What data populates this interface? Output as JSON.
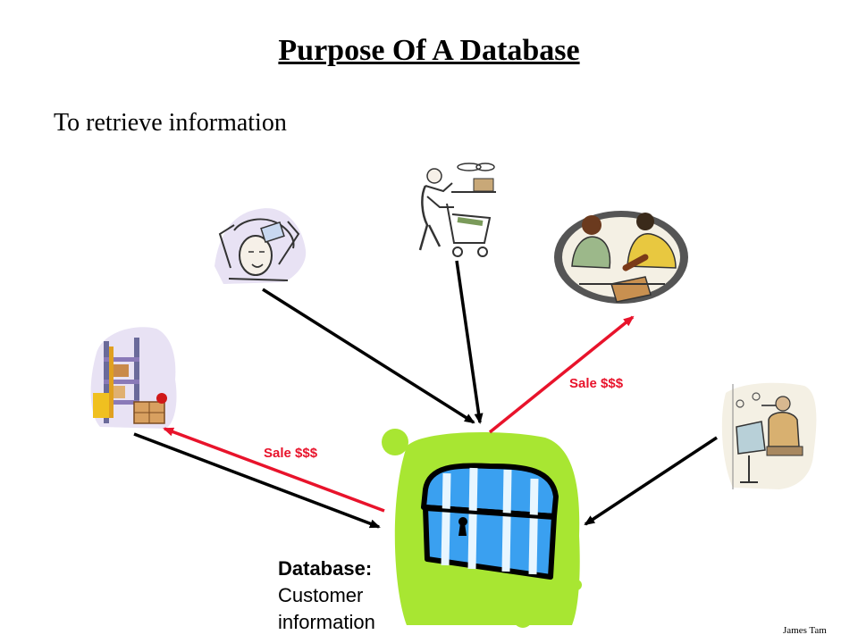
{
  "slide": {
    "title": "Purpose Of A Database",
    "bullet": "To retrieve information",
    "author": "James Tam"
  },
  "diagram": {
    "database_heading": "Database:",
    "database_lines": [
      "Customer",
      "information"
    ],
    "arrow_labels": [
      "Sale $$$",
      "Sale $$$"
    ],
    "colors": {
      "arrow_black": "#000000",
      "arrow_red": "#e8132b",
      "blob": "#a8e632",
      "chest": "#3aa0f0"
    },
    "nodes": [
      {
        "icon": "warehouse-forklift-icon"
      },
      {
        "icon": "stressed-person-icon"
      },
      {
        "icon": "shopper-with-cart-icon"
      },
      {
        "icon": "shoe-sale-icon"
      },
      {
        "icon": "person-at-bar-icon"
      },
      {
        "icon": "treasure-chest-icon"
      }
    ]
  }
}
